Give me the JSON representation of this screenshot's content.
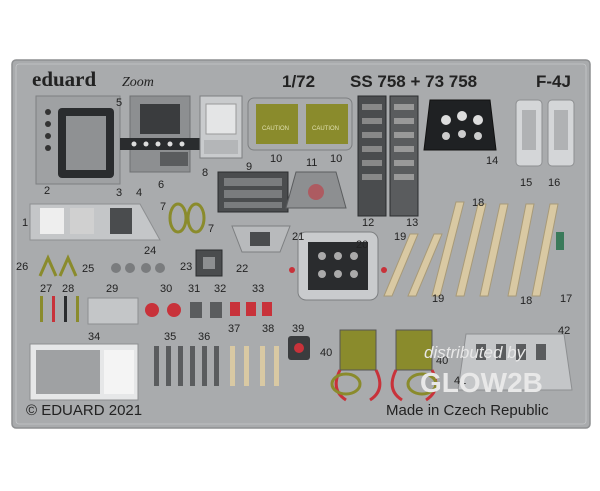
{
  "brand": {
    "name": "eduard",
    "zoom_logo": "Zoom"
  },
  "header": {
    "scale": "1/72",
    "code": "SS 758 + 73 758",
    "model": "F-4J"
  },
  "part_numbers": [
    "1",
    "2",
    "3",
    "4",
    "5",
    "6",
    "7",
    "7",
    "8",
    "9",
    "10",
    "10",
    "11",
    "12",
    "13",
    "14",
    "15",
    "16",
    "17",
    "18",
    "18",
    "19",
    "19",
    "20",
    "21",
    "22",
    "23",
    "24",
    "25",
    "26",
    "27",
    "28",
    "29",
    "30",
    "31",
    "32",
    "33",
    "34",
    "35",
    "36",
    "37",
    "38",
    "39",
    "40",
    "40",
    "41",
    "42"
  ],
  "placards": {
    "caution_a": "CAUTION",
    "caution_b": "CAUTION"
  },
  "footer": {
    "copyright": "© EDUARD 2021",
    "origin": "Made in Czech Republic"
  },
  "watermark": {
    "line1": "distributed by",
    "line2": "GLOW2B"
  },
  "colors": {
    "fret": "#a9abad",
    "fret_edge": "#8d8f91",
    "olive": "#8a8b2c",
    "red": "#c8323a",
    "beige": "#d9c9a3",
    "panel_dark": "#2a2c2e"
  }
}
